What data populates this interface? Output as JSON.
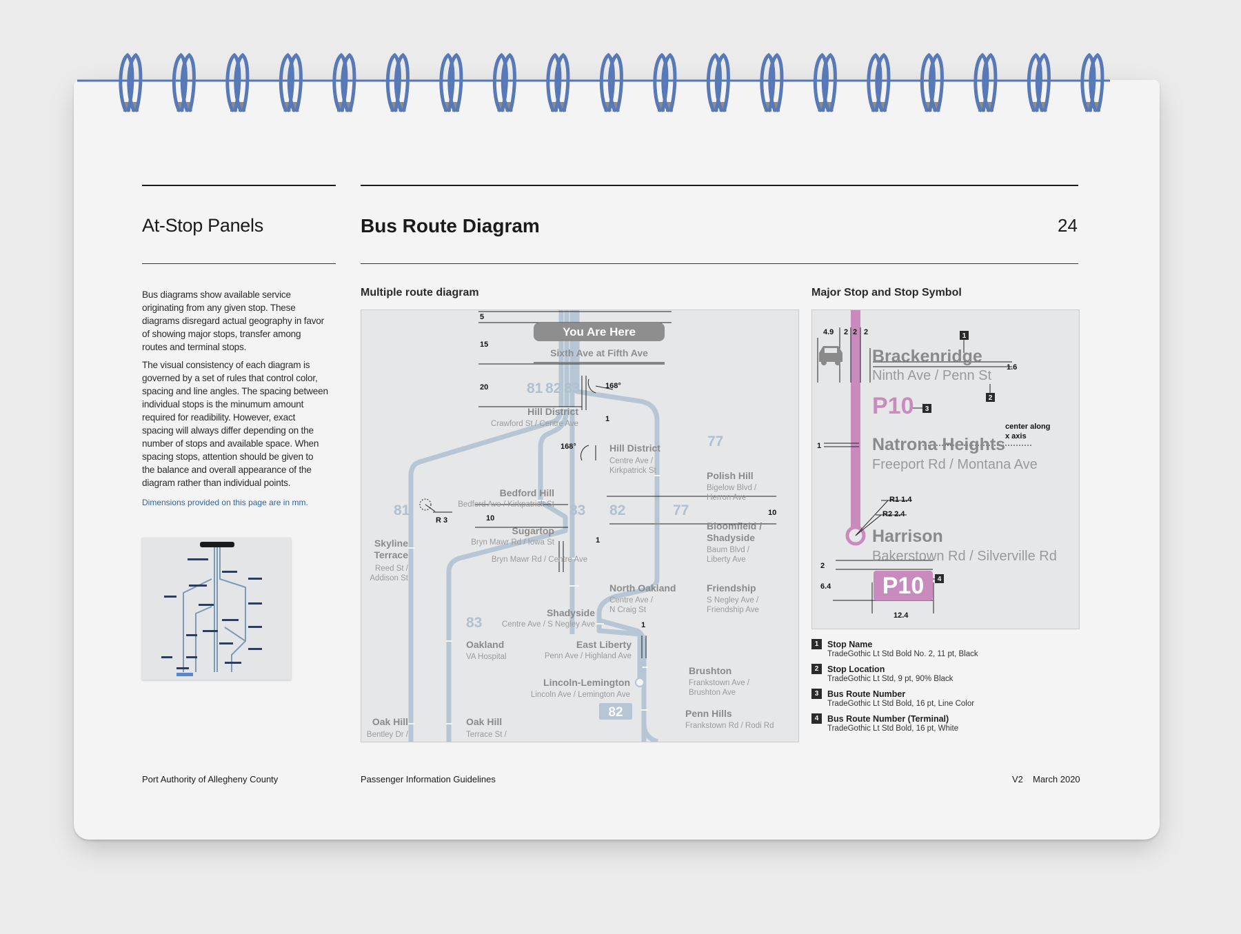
{
  "header": {
    "section": "At-Stop Panels",
    "title": "Bus Route Diagram",
    "page_number": "24"
  },
  "intro": {
    "paragraph1": "Bus diagrams show available service originating from any given stop. These diagrams disregard actual geography in favor of showing major stops, transfer among routes and terminal stops.",
    "paragraph2": "The visual consistency of each diagram is governed by a set of rules that control color, spacing and line angles. The spacing between individual stops is the minumum amount required for readibility. However, exact spacing will always differ depending on the number of stops and available space. When spacing stops, attention should be given to the balance and overall appearance of the diagram rather than individual points.",
    "dimensions_note": "Dimensions provided on this page are in mm."
  },
  "multiple_route": {
    "heading": "Multiple route diagram",
    "you_are_here": "You Are Here",
    "current_stop": "Sixth Ave at Fifth Ave",
    "route_header": [
      "81",
      "82",
      "83"
    ],
    "angle_label": "168°",
    "radius_label": "R 3",
    "dims": {
      "d5": "5",
      "d15": "15",
      "d20": "20",
      "d10": "10",
      "d1": "1"
    },
    "route_labels": {
      "r81": "81",
      "r82": "82",
      "r83": "83",
      "r77": "77"
    },
    "terminal_route": "82",
    "stops": [
      {
        "name": "Hill District",
        "loc": "Crawford St / Centre Ave"
      },
      {
        "name": "Hill District",
        "loc1": "Centre Ave /",
        "loc2": "Kirkpatrick St"
      },
      {
        "name": "Polish Hill",
        "loc1": "Bigelow Blvd /",
        "loc2": "Herron Ave"
      },
      {
        "name": "Bedford Hill",
        "loc": "Bedford Ave / Kirkpatrick St"
      },
      {
        "name1": "Skyline",
        "name2": "Terrace",
        "loc1": "Reed St /",
        "loc2": "Addison St"
      },
      {
        "name": "Sugartop",
        "loc": "Bryn Mawr Rd / Iowa St"
      },
      {
        "loc": "Bryn Mawr Rd / Centre Ave"
      },
      {
        "name1": "Bloomfield /",
        "name2": "Shadyside",
        "loc1": "Baum Blvd /",
        "loc2": "Liberty Ave"
      },
      {
        "name": "North Oakland",
        "loc1": "Centre Ave /",
        "loc2": "N Craig St"
      },
      {
        "name": "Friendship",
        "loc1": "S Negley Ave /",
        "loc2": "Friendship Ave"
      },
      {
        "name": "Shadyside",
        "loc": "Centre Ave / S Negley Ave"
      },
      {
        "name": "Oakland",
        "loc": "VA Hospital"
      },
      {
        "name": "East Liberty",
        "loc": "Penn Ave / Highland Ave"
      },
      {
        "name": "Brushton",
        "loc1": "Frankstown Ave /",
        "loc2": "Brushton Ave"
      },
      {
        "name": "Lincoln-Lemington",
        "loc": "Lincoln Ave / Lemington Ave"
      },
      {
        "name": "Penn Hills",
        "loc": "Frankstown Rd / Rodi Rd"
      },
      {
        "name": "Oak Hill",
        "loc": "Bentley Dr /"
      },
      {
        "name": "Oak Hill",
        "loc": "Terrace St /"
      }
    ]
  },
  "major_stop": {
    "heading": "Major Stop and Stop Symbol",
    "stop1_name": "Brackenridge",
    "stop1_loc": "Ninth Ave / Penn St",
    "route_number": "P10",
    "stop2_name": "Natrona Heights",
    "stop2_loc": "Freeport Rd / Montana Ave",
    "stop3_name": "Harrison",
    "stop3_loc": "Bakerstown Rd / Silverville Rd",
    "terminal_route": "P10",
    "center_note1": "center along",
    "center_note2": "x axis",
    "dims": {
      "d49": "4.9",
      "d2": "2",
      "d16": "1.6",
      "d1": "1",
      "r1": "R1 1.4",
      "r2": "R2 2.4",
      "d64": "6.4",
      "d124": "12.4"
    },
    "callouts": [
      "1",
      "2",
      "3",
      "4"
    ],
    "colors": {
      "line": "#c98bbe",
      "panel": "#e6e7e9"
    }
  },
  "legend": [
    {
      "num": "1",
      "name": "Stop Name",
      "desc": "TradeGothic Lt Std Bold No. 2, 11 pt, Black"
    },
    {
      "num": "2",
      "name": "Stop Location",
      "desc": "TradeGothic Lt Std, 9 pt, 90% Black"
    },
    {
      "num": "3",
      "name": "Bus Route Number",
      "desc": "TradeGothic Lt Std Bold, 16 pt, Line Color"
    },
    {
      "num": "4",
      "name": "Bus Route Number (Terminal)",
      "desc": "TradeGothic Lt Std Bold, 16 pt, White"
    }
  ],
  "footer": {
    "organization": "Port Authority of Allegheny County",
    "document": "Passenger Information Guidelines",
    "version": "V2",
    "date": "March 2020"
  }
}
